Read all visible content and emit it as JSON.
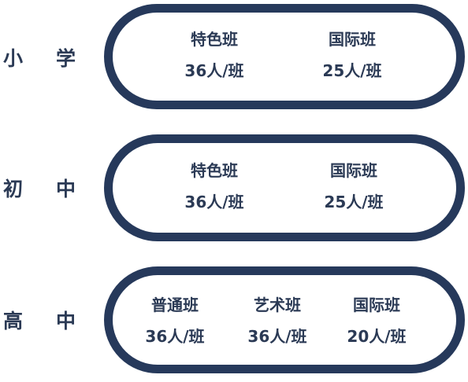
{
  "sections": [
    {
      "label_chars": [
        "小",
        "学"
      ],
      "classes": [
        {
          "name": "特色班",
          "size": "36人/班"
        },
        {
          "name": "国际班",
          "size": "25人/班"
        }
      ]
    },
    {
      "label_chars": [
        "初",
        "中"
      ],
      "classes": [
        {
          "name": "特色班",
          "size": "36人/班"
        },
        {
          "name": "国际班",
          "size": "25人/班"
        }
      ]
    },
    {
      "label_chars": [
        "高",
        "中"
      ],
      "classes": [
        {
          "name": "普通班",
          "size": "36人/班"
        },
        {
          "name": "艺术班",
          "size": "36人/班"
        },
        {
          "name": "国际班",
          "size": "20人/班"
        }
      ]
    }
  ],
  "colors": {
    "border": "#26395b",
    "text": "#2b3a55",
    "background": "#ffffff"
  }
}
